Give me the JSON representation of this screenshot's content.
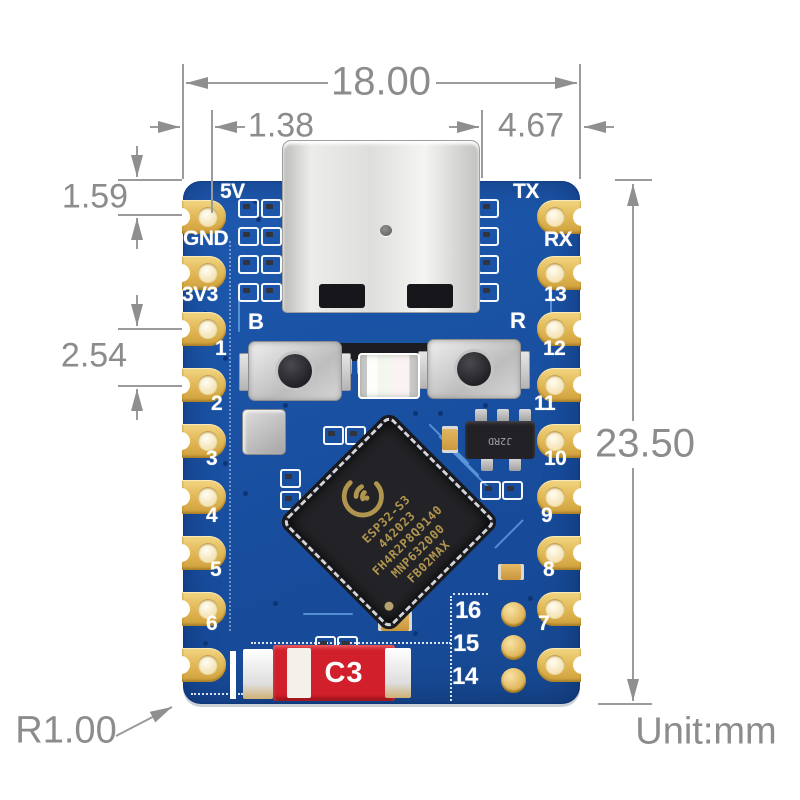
{
  "annotations": {
    "board_width": "18.00",
    "left_pin_offset": "1.38",
    "usb_right_offset": "4.67",
    "top_pin_offset": "1.59",
    "pin_pitch": "2.54",
    "board_height": "23.50",
    "corner_radius": "R1.00",
    "unit": "Unit:mm"
  },
  "board": {
    "left_pins": [
      "5V",
      "GND",
      "3V3",
      "1",
      "2",
      "3",
      "4",
      "5",
      "6"
    ],
    "right_pins": [
      "TX",
      "RX",
      "13",
      "12",
      "11",
      "10",
      "9",
      "8",
      "7"
    ],
    "bottom_pins": [
      "16",
      "15",
      "14"
    ],
    "boot_button_label": "B",
    "reset_button_label": "R",
    "chip_marking": [
      "ESP32-S3",
      "442023",
      "FH4R2P8Q9140",
      "MNP632000",
      "FB02MAX"
    ],
    "regulator_marking": "J2RD",
    "red_component_label": "C3",
    "colors": {
      "pcb_blue": "#1a52a4",
      "pad_gold": "#e3bb58",
      "silkscreen": "#ffffff",
      "dimension_gray": "#8c8c8c",
      "red_component": "#d1202c",
      "chip_text_gold": "#b0954e"
    }
  }
}
